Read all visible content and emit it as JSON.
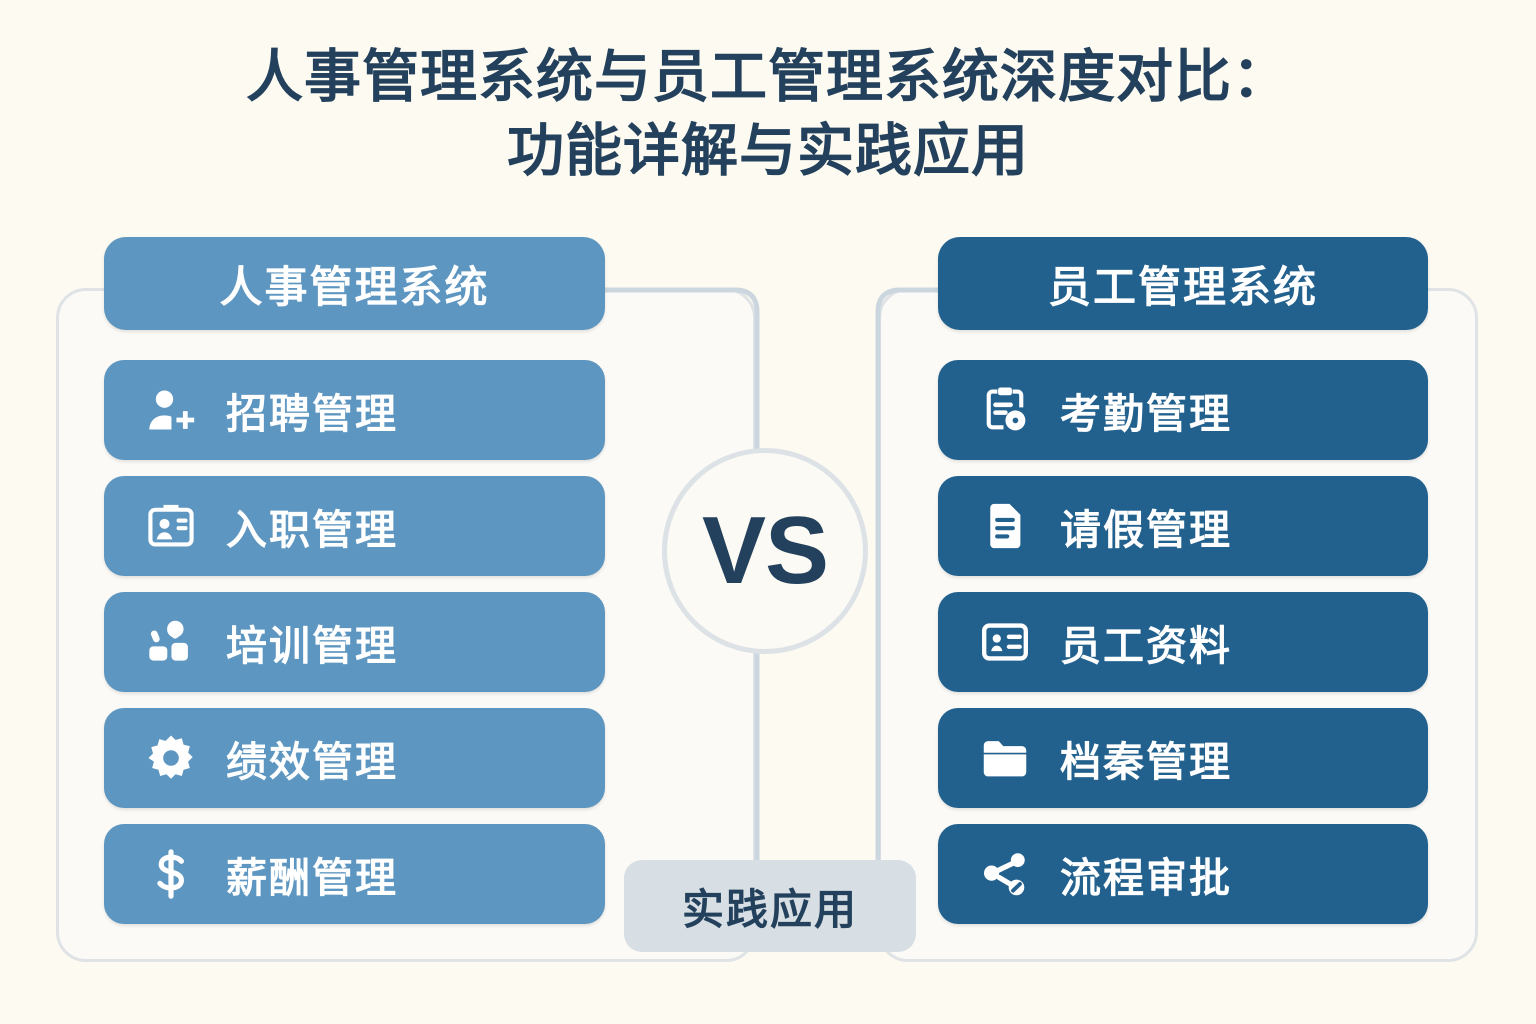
{
  "title": {
    "line1": "人事管理系统与员工管理系统深度对比：",
    "line2": "功能详解与实践应用",
    "color": "#23415c"
  },
  "center": {
    "vs_label": "VS",
    "practice_label": "实践应用",
    "practice_bg": "#d7dfe4",
    "circle_border": "#dde2e7"
  },
  "columns": {
    "left": {
      "header": "人事管理系统",
      "card_color": "#5d96c0",
      "items": [
        {
          "label": "招聘管理",
          "icon": "user-plus-icon"
        },
        {
          "label": "入职管理",
          "icon": "id-card-icon"
        },
        {
          "label": "培训管理",
          "icon": "training-group-icon"
        },
        {
          "label": "绩效管理",
          "icon": "gear-icon"
        },
        {
          "label": "薪酬管理",
          "icon": "dollar-icon"
        }
      ]
    },
    "right": {
      "header": "员工管理系统",
      "card_color": "#22618e",
      "items": [
        {
          "label": "考勤管理",
          "icon": "clipboard-clock-icon"
        },
        {
          "label": "请假管理",
          "icon": "document-icon"
        },
        {
          "label": "员工资料",
          "icon": "id-badge-icon"
        },
        {
          "label": "档秦管理",
          "icon": "folder-icon"
        },
        {
          "label": "流程审批",
          "icon": "share-nodes-icon"
        }
      ]
    }
  },
  "background": {
    "page_color": "#fcfaf1",
    "panel_fill": "#fbfaf6",
    "panel_border": "#dfe3e6"
  }
}
